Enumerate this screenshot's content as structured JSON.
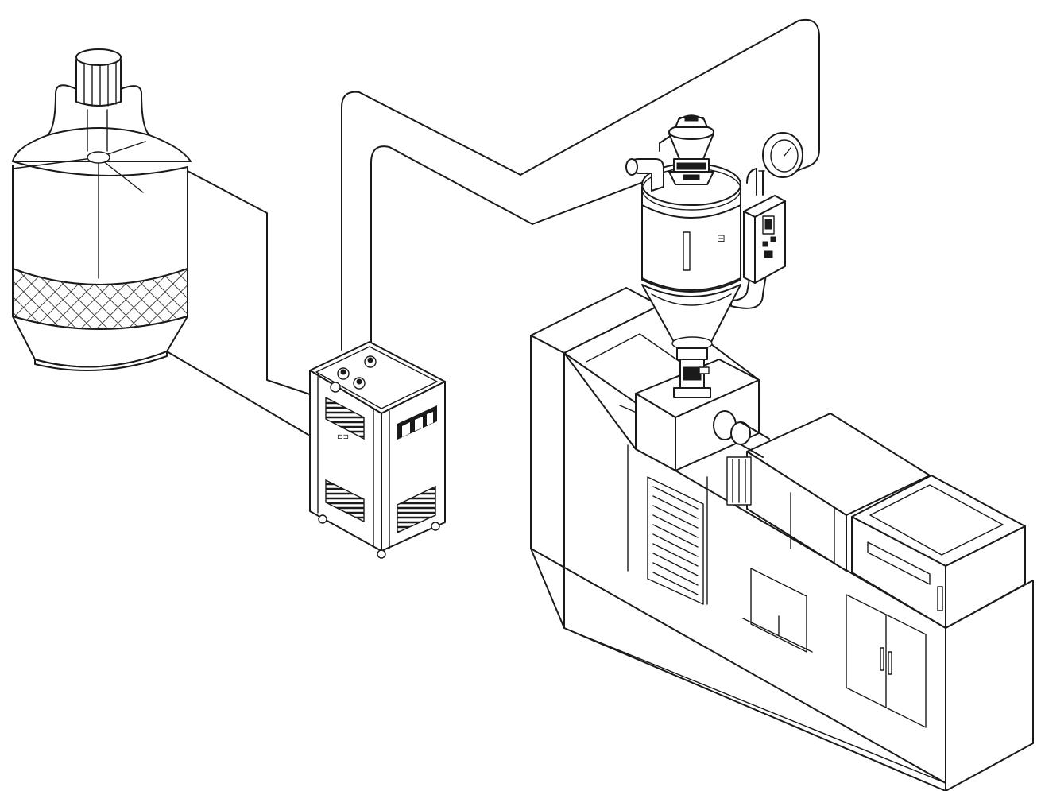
{
  "diagram": {
    "components": [
      {
        "id": "storage-silo",
        "icon": "silo-icon"
      },
      {
        "id": "vacuum-loader-unit",
        "icon": "vacuum-pump-icon"
      },
      {
        "id": "hopper-dryer",
        "icon": "hopper-dryer-icon"
      },
      {
        "id": "injection-molding-machine",
        "icon": "injection-machine-icon"
      }
    ],
    "connections": [
      {
        "from": "storage-silo",
        "to": "vacuum-loader-unit"
      },
      {
        "from": "vacuum-loader-unit",
        "to": "hopper-dryer"
      }
    ],
    "colors": {
      "line": "#1a1a1a",
      "background": "#ffffff"
    }
  }
}
